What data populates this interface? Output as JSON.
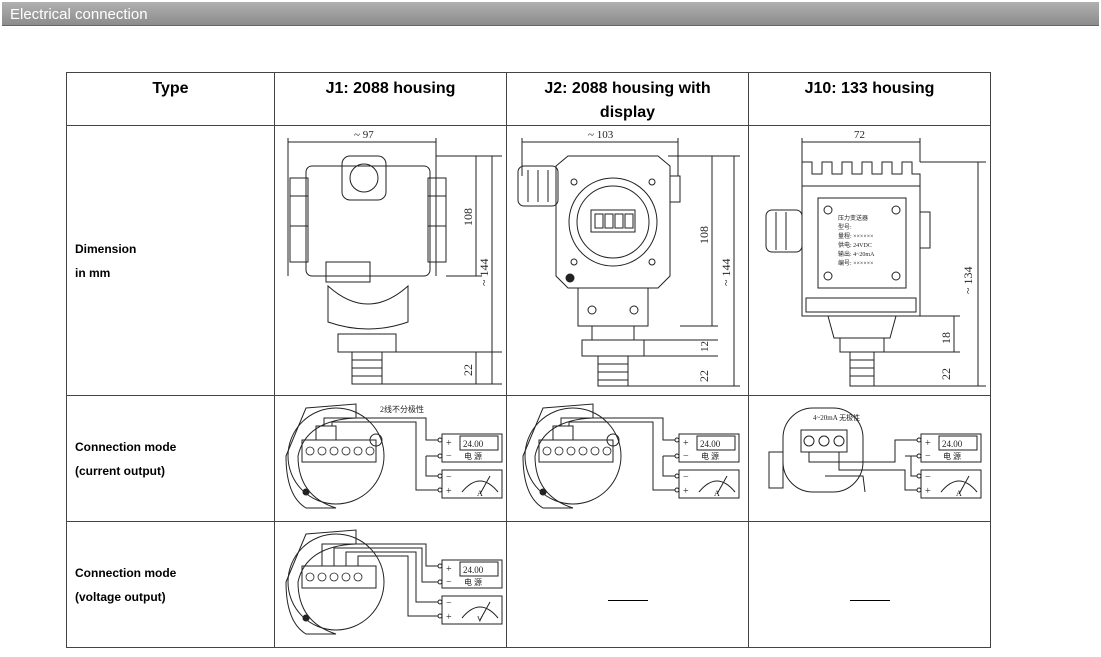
{
  "section_title": "Electrical connection",
  "table": {
    "headers": [
      "Type",
      "J1: 2088 housing",
      "J2: 2088 housing with display",
      "J10: 133 housing"
    ],
    "rows": {
      "dimension": {
        "label_line1": "Dimension",
        "label_line2": "in mm"
      },
      "current": {
        "label_line1": "Connection mode",
        "label_line2": "(current output)"
      },
      "voltage": {
        "label_line1": "Connection mode",
        "label_line2": "(voltage output)"
      }
    }
  },
  "drawings": {
    "j1_dim": {
      "width": "~ 97",
      "h1": "108",
      "h2": "~ 144",
      "h3": "22"
    },
    "j2_dim": {
      "width": "~ 103",
      "h1": "108",
      "h2": "~ 144",
      "h3": "12",
      "h4": "22"
    },
    "j10_dim": {
      "width": "72",
      "h1": "~ 134",
      "h2": "18",
      "h3": "22",
      "plate": [
        "压力变送器",
        "型号:",
        "量程: ××××××",
        "供电: 24VDC",
        "输出: 4~20mA",
        "编号: ××××××"
      ]
    },
    "wiring": {
      "note_j1": "2线不分极性",
      "note_j10": "4~20mA 无极性",
      "supply_value": "24.00",
      "supply_label": "电 源",
      "ammeter": "A",
      "voltmeter": "V",
      "plus": "+",
      "minus": "−"
    }
  }
}
